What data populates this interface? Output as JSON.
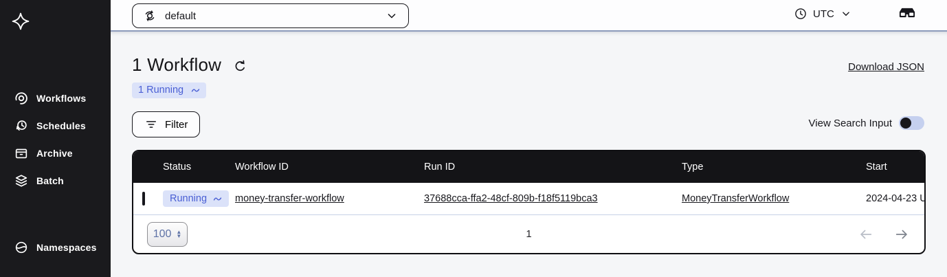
{
  "sidebar": {
    "items": [
      {
        "label": "Workflows",
        "icon": "workflows-icon"
      },
      {
        "label": "Schedules",
        "icon": "schedules-icon"
      },
      {
        "label": "Archive",
        "icon": "archive-icon"
      },
      {
        "label": "Batch",
        "icon": "batch-icon"
      }
    ],
    "bottom_items": [
      {
        "label": "Namespaces",
        "icon": "namespaces-icon"
      }
    ]
  },
  "topbar": {
    "namespace_select": {
      "value": "default",
      "icon": "namespace-switcher-icon"
    },
    "timezone": {
      "label": "UTC",
      "icon": "clock-icon"
    },
    "labs_icon": "glasses-icon"
  },
  "main": {
    "title": "1 Workflow",
    "download_link": "Download JSON",
    "summary_badge": {
      "label": "1 Running",
      "icon": "pulse-icon"
    },
    "filter_button_label": "Filter",
    "view_search_toggle": {
      "label": "View Search Input",
      "state": "off"
    },
    "table": {
      "columns": [
        "Status",
        "Workflow ID",
        "Run ID",
        "Type",
        "Start"
      ],
      "rows": [
        {
          "status": "Running",
          "workflow_id": "money-transfer-workflow",
          "run_id": "37688cca-ffa2-48cf-809b-f18f5119bca3",
          "type": "MoneyTransferWorkflow",
          "start": "2024-04-23 U"
        }
      ],
      "pagination": {
        "page_size": "100",
        "current_page": "1"
      }
    }
  },
  "colors": {
    "sidebar_bg": "#1a1a1d",
    "table_header_bg": "#141417",
    "badge_bg": "#dbe2f9",
    "badge_text": "#4a5fd4",
    "topbar_border": "#8d9cbc",
    "toggle_track": "#c5d0ef",
    "content_bg": "#f5f6f8"
  }
}
